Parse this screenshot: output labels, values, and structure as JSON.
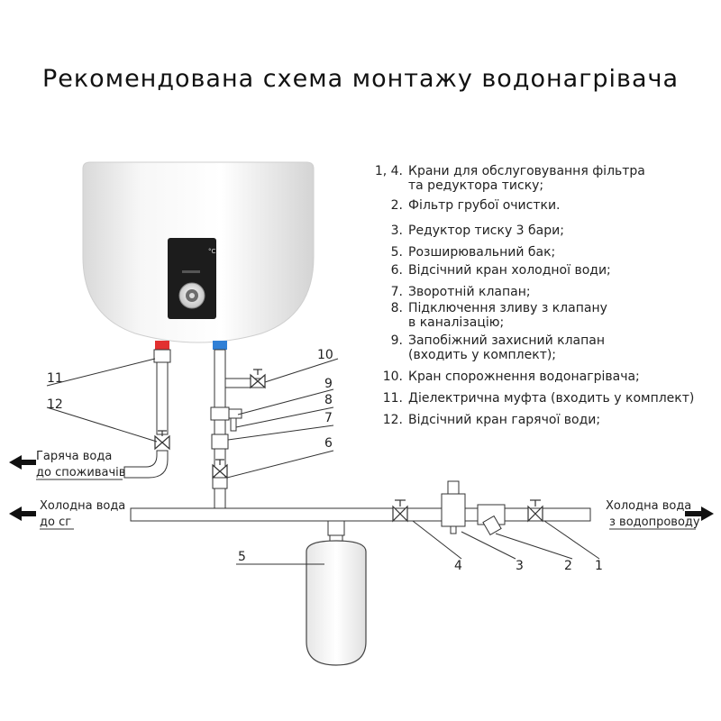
{
  "title": "Рекомендована схема монтажу водонагрівача",
  "legend": [
    {
      "num": "1, 4.",
      "text": "Крани для обслуговування фільтра\nта редуктора тиску;"
    },
    {
      "num": "2.",
      "text": "Фільтр грубої очистки."
    },
    {
      "num": "3.",
      "text": "Редуктор тиску 3 бари;"
    },
    {
      "num": "5.",
      "text": "Розширювальний бак;"
    },
    {
      "num": "6.",
      "text": "Відсічний кран холодної води;"
    },
    {
      "num": "7.",
      "text": "Зворотній клапан;"
    },
    {
      "num": "8.",
      "text": "Підключення зливу з клапану\nв каналізацію;"
    },
    {
      "num": "9.",
      "text": "Запобіжний захисний клапан\n(входить у комплект);"
    },
    {
      "num": "10.",
      "text": "Кран спорожнення водонагрівача;"
    },
    {
      "num": "11.",
      "text": "Діелектрична муфта (входить у комплект)"
    },
    {
      "num": "12.",
      "text": "Відсічний кран гарячої води;"
    }
  ],
  "flows": {
    "hot_out_line1": "Гаряча вода",
    "hot_out_line2": "до споживачів",
    "cold_out_line1": "Холодна вода",
    "cold_out_line2": "до сг",
    "cold_in_line1": "Холодна вода",
    "cold_in_line2": "з водопроводу"
  },
  "callouts": {
    "c1": "1",
    "c2": "2",
    "c3": "3",
    "c4": "4",
    "c5": "5",
    "c6": "6",
    "c7": "7",
    "c8": "8",
    "c9": "9",
    "c10": "10",
    "c11": "11",
    "c12": "12"
  },
  "heater_display": "°C"
}
